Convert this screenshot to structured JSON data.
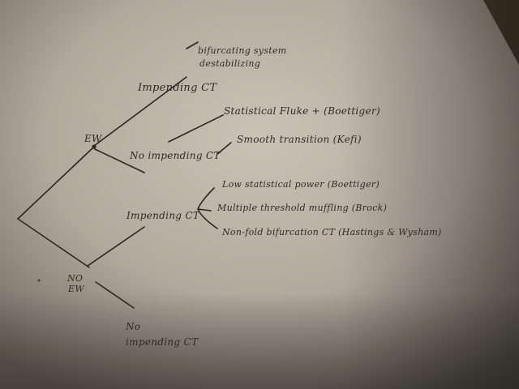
{
  "colors": {
    "paper_light": "#c9c0b4",
    "paper_dark": "#6e665d",
    "ink": "#2a2620",
    "table_wood": "#4a3a2a"
  },
  "nodes": {
    "root_split_ew": "EW",
    "root_split_no_ew": "NO\nEW",
    "no_ew_line1": "NO",
    "no_ew_line2": "EW",
    "ew_impending_ct": "Impending CT",
    "ew_no_impending_ct": "No impending CT",
    "no_ew_impending_ct": "Impending CT",
    "no_ew_no_line1": "No",
    "no_ew_no_line2": "impending CT"
  },
  "annotations": {
    "bifurcating_line1": "bifurcating system",
    "bifurcating_line2": "destabilizing",
    "stats_fluke": "Statistical Fluke + (Boettiger)",
    "smooth_transition": "Smooth transition (Kefi)",
    "low_power": "Low statistical power (Boettiger)",
    "multiple_threshold": "Multiple threshold muffling (Brock)",
    "non_fold": "Non-fold bifurcation CT (Hastings & Wysham)"
  }
}
